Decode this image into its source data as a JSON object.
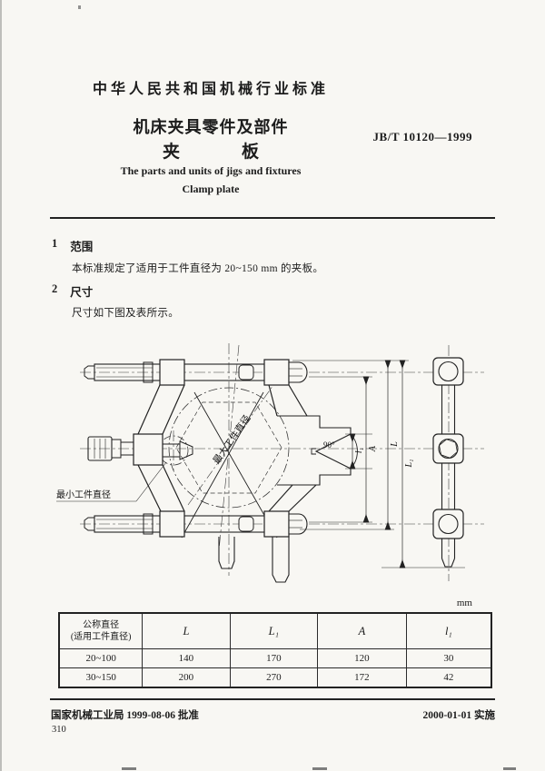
{
  "header": {
    "standard_label": "中华人民共和国机械行业标准",
    "title_cn": "机床夹具零件及部件",
    "subtitle_cn_char1": "夹",
    "subtitle_cn_char2": "板",
    "code": "JB/T 10120—1999",
    "title_en": "The parts and units of jigs and fixtures",
    "subtitle_en": "Clamp plate"
  },
  "sections": {
    "s1_num": "1",
    "s1_title": "范围",
    "s1_body": "本标准规定了适用于工件直径为 20~150 mm 的夹板。",
    "s2_num": "2",
    "s2_title": "尺寸",
    "s2_body": "尺寸如下图及表所示。"
  },
  "figure": {
    "label_max_diameter": "最大工件直径",
    "label_min_diameter": "最小工件直径",
    "angle_label": "90°",
    "dim_l1": "l₁",
    "dim_A": "A",
    "dim_L": "L",
    "dim_L1": "L₁"
  },
  "table": {
    "unit": "mm",
    "col1_header_line1": "公称直径",
    "col1_header_line2": "(适用工件直径)",
    "col_L": "L",
    "col_L1": "L₁",
    "col_A": "A",
    "col_l1": "l₁",
    "rows": [
      [
        "20~100",
        "140",
        "170",
        "120",
        "30"
      ],
      [
        "30~150",
        "200",
        "270",
        "172",
        "42"
      ]
    ]
  },
  "footer": {
    "approval": "国家机械工业局  1999-08-06  批准",
    "implementation": "2000-01-01  实施",
    "page_number": "310"
  }
}
